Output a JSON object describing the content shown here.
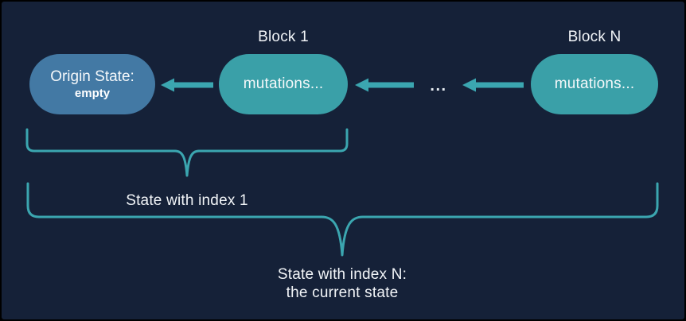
{
  "colors": {
    "background": "#152138",
    "frame": "#000000",
    "teal": "#3AA0A8",
    "blue": "#4379A4",
    "line": "#3BA6B0",
    "text": "#F2F5F8"
  },
  "diagram": {
    "block1_label": "Block 1",
    "blockN_label": "Block N",
    "origin": {
      "title": "Origin State:",
      "subtitle": "empty"
    },
    "block1": {
      "label": "mutations..."
    },
    "blockN": {
      "label": "mutations..."
    },
    "ellipsis": "...",
    "state1_caption": "State with index 1",
    "stateN_caption_line1": "State with index N:",
    "stateN_caption_line2": "the current state"
  }
}
